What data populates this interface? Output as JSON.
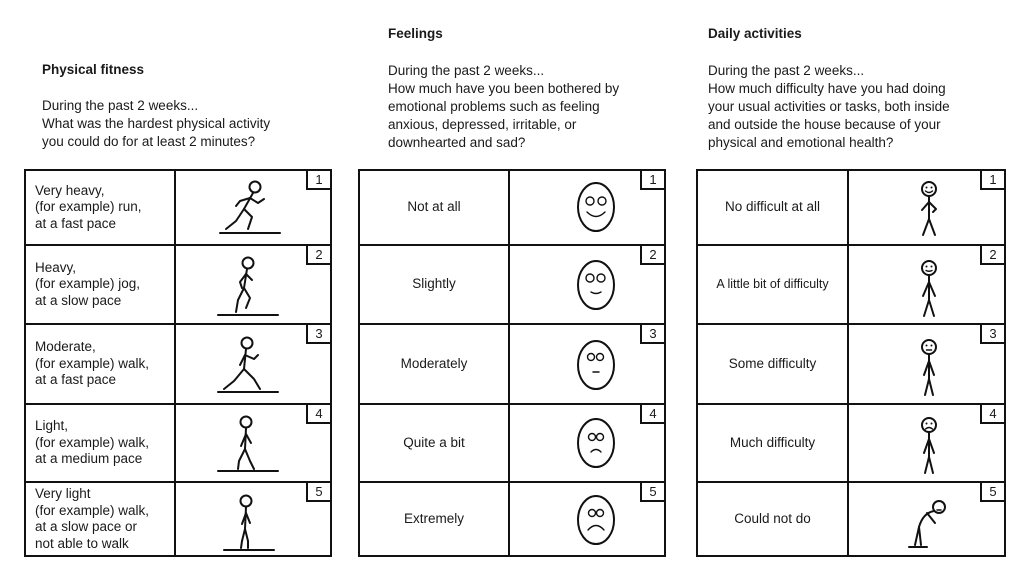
{
  "columns": {
    "fitness": {
      "title": "Physical fitness",
      "question": [
        "During the past 2 weeks...",
        "What was the hardest physical activity",
        "you could do for at least 2 minutes?"
      ],
      "rows": [
        {
          "label": "Very heavy,\n(for example) run,\nat a fast pace",
          "number": "1"
        },
        {
          "label": "Heavy,\n(for example) jog,\nat a slow pace",
          "number": "2"
        },
        {
          "label": "Moderate,\n(for example) walk,\nat a fast pace",
          "number": "3"
        },
        {
          "label": "Light,\n(for example) walk,\nat a medium pace",
          "number": "4"
        },
        {
          "label": "Very light\n(for example) walk,\nat a slow pace or\nnot able to walk",
          "number": "5"
        }
      ]
    },
    "feelings": {
      "title": "Feelings",
      "question": [
        "During the past 2 weeks...",
        "How much have you been bothered by",
        "emotional problems such as feeling",
        "anxious, depressed, irritable, or",
        "downhearted and sad?"
      ],
      "rows": [
        {
          "label": "Not at all",
          "number": "1"
        },
        {
          "label": "Slightly",
          "number": "2"
        },
        {
          "label": "Moderately",
          "number": "3"
        },
        {
          "label": "Quite a bit",
          "number": "4"
        },
        {
          "label": "Extremely",
          "number": "5"
        }
      ]
    },
    "daily": {
      "title": "Daily activities",
      "question": [
        "During the past 2 weeks...",
        "How much difficulty have you had doing",
        "your usual activities or tasks, both inside",
        "and outside the house because of your",
        "physical and emotional health?"
      ],
      "rows": [
        {
          "label": "No difficult at all",
          "number": "1"
        },
        {
          "label": "A little bit of difficulty",
          "number": "2"
        },
        {
          "label": "Some difficulty",
          "number": "3"
        },
        {
          "label": "Much difficulty",
          "number": "4"
        },
        {
          "label": "Could not do",
          "number": "5"
        }
      ]
    }
  },
  "icons": {
    "fitness": [
      "running-figure-icon",
      "jogging-figure-icon",
      "fast-walking-figure-icon",
      "walking-figure-icon",
      "standing-figure-icon"
    ],
    "feelings": [
      "smiling-face-icon",
      "slightly-worried-face-icon",
      "neutral-face-icon",
      "frowning-face-icon",
      "sad-face-icon"
    ],
    "daily": [
      "cheerful-figure-icon",
      "content-figure-icon",
      "neutral-figure-icon",
      "unhappy-figure-icon",
      "slumped-figure-icon"
    ]
  }
}
